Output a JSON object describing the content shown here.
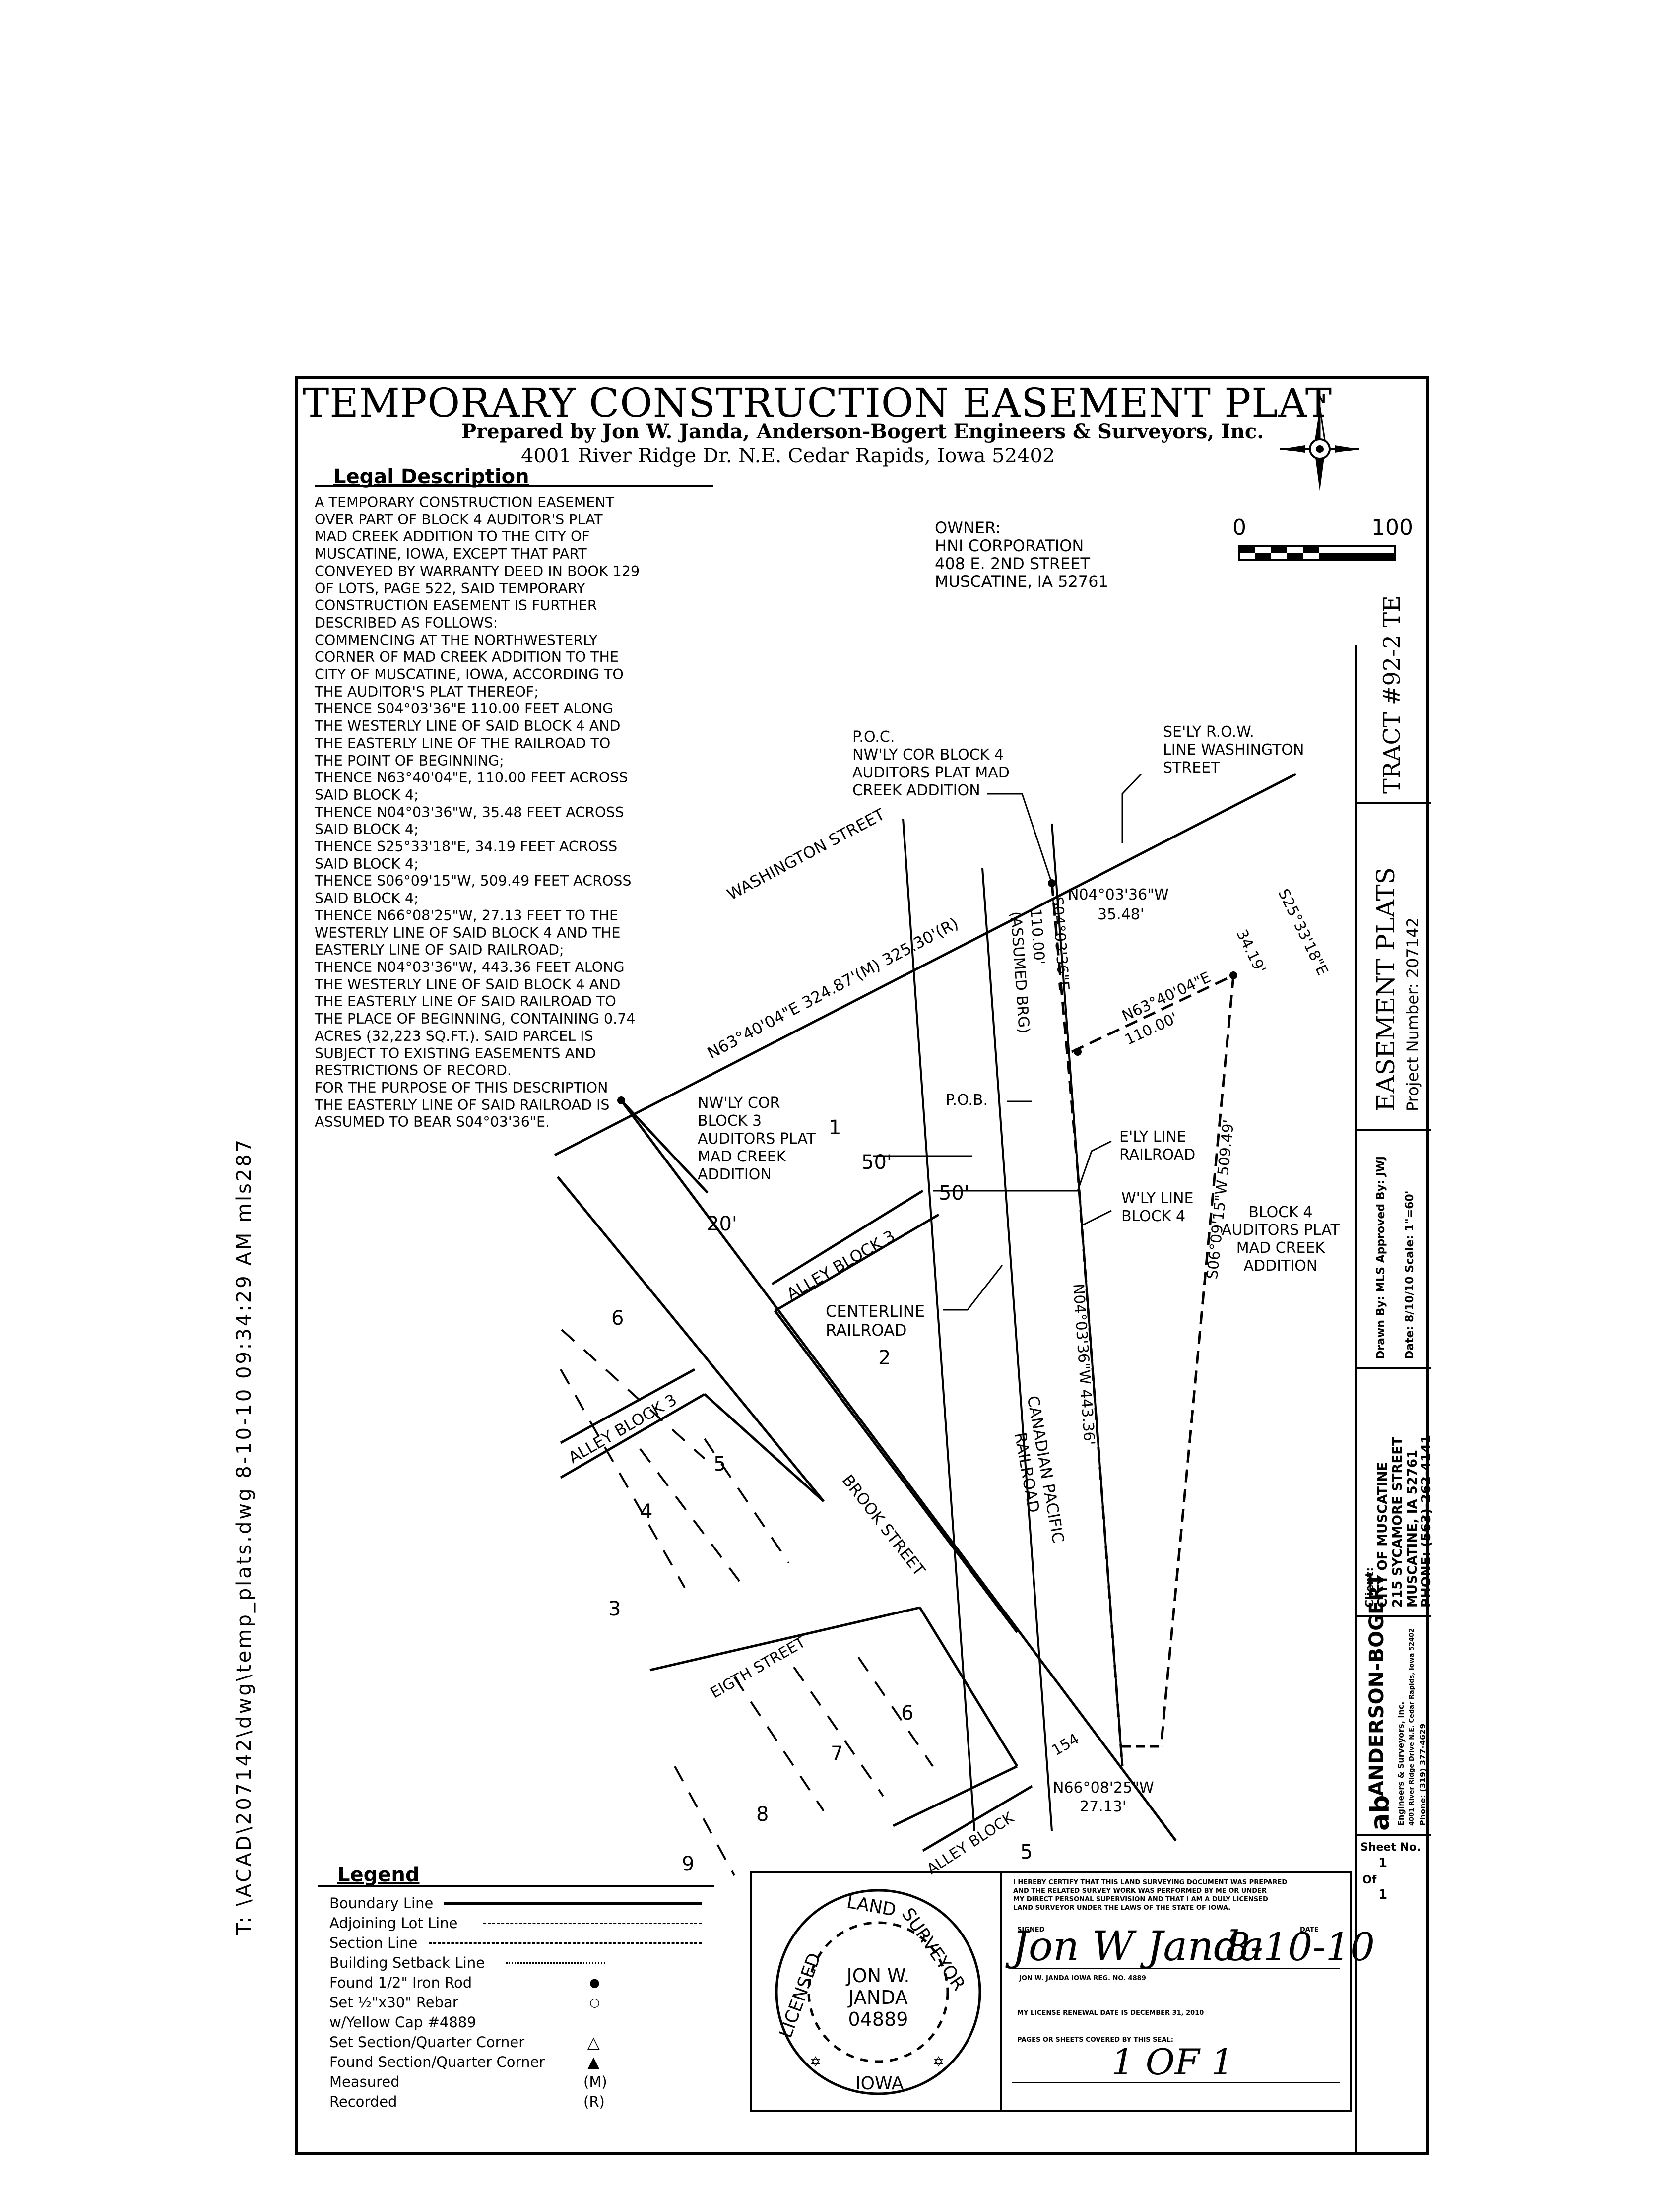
{
  "side_stamp": "T: \\ACAD\\207142\\dwg\\temp_plats.dwg   8-10-10   09:34:29 AM   mls287",
  "header": {
    "title": "TEMPORARY CONSTRUCTION EASEMENT PLAT",
    "prepared_by": "Prepared by Jon W. Janda,  Anderson-Bogert Engineers & Surveyors, Inc.",
    "address": "4001 River Ridge Dr. N.E. Cedar Rapids, Iowa 52402"
  },
  "north_arrow": {
    "label": "N",
    "icon": "north-arrow-icon"
  },
  "scale_bar": {
    "start": "0",
    "end": "100",
    "units_per_sheet": 100
  },
  "legal_description": {
    "heading": "Legal Description",
    "lines": [
      "A TEMPORARY CONSTRUCTION EASEMENT",
      "OVER PART OF BLOCK 4 AUDITOR'S PLAT",
      "MAD CREEK ADDITION TO THE CITY OF",
      "MUSCATINE, IOWA, EXCEPT THAT PART",
      "CONVEYED BY WARRANTY DEED IN BOOK 129",
      "OF LOTS, PAGE 522, SAID TEMPORARY",
      "CONSTRUCTION EASEMENT IS FURTHER",
      "DESCRIBED AS FOLLOWS:",
      "COMMENCING AT THE NORTHWESTERLY",
      "CORNER OF MAD CREEK ADDITION TO THE",
      "CITY OF MUSCATINE, IOWA, ACCORDING TO",
      "THE AUDITOR'S PLAT THEREOF;",
      "THENCE S04°03'36\"E 110.00 FEET ALONG",
      "THE WESTERLY LINE OF SAID BLOCK 4 AND",
      "THE EASTERLY LINE OF THE RAILROAD TO",
      "THE POINT OF BEGINNING;",
      "THENCE N63°40'04\"E, 110.00 FEET ACROSS",
      "SAID BLOCK 4;",
      "THENCE N04°03'36\"W, 35.48 FEET ACROSS",
      "SAID BLOCK 4;",
      "THENCE S25°33'18\"E, 34.19 FEET ACROSS",
      "SAID BLOCK 4;",
      "THENCE S06°09'15\"W, 509.49 FEET ACROSS",
      "SAID BLOCK 4;",
      "THENCE N66°08'25\"W, 27.13 FEET TO THE",
      "WESTERLY LINE OF SAID BLOCK 4 AND THE",
      "EASTERLY LINE OF SAID RAILROAD;",
      "THENCE N04°03'36\"W, 443.36 FEET ALONG",
      "THE WESTERLY LINE OF SAID BLOCK 4 AND",
      "THE EASTERLY LINE OF SAID RAILROAD TO",
      "THE PLACE OF BEGINNING, CONTAINING 0.74",
      "ACRES (32,223 SQ.FT.). SAID PARCEL IS",
      "SUBJECT TO EXISTING EASEMENTS AND",
      "RESTRICTIONS OF RECORD.",
      "FOR THE PURPOSE OF THIS DESCRIPTION",
      "THE EASTERLY LINE OF SAID RAILROAD IS",
      "ASSUMED TO BEAR S04°03'36\"E."
    ]
  },
  "owner": [
    "OWNER:",
    "HNI CORPORATION",
    "408 E. 2ND STREET",
    "MUSCATINE, IA 52761"
  ],
  "map": {
    "poc": [
      "P.O.C.",
      "NW'LY COR BLOCK 4",
      "AUDITORS PLAT MAD",
      "CREEK ADDITION"
    ],
    "row": [
      "SE'LY R.O.W.",
      "LINE WASHINGTON",
      "STREET"
    ],
    "washington_street": "WASHINGTON STREET",
    "long_bearing": "N63°40'04\"E  324.87'(M)  325.30'(R)",
    "s04_bearing": "S04°03'36\"E",
    "s04_dist": "110.00'",
    "assumed": "(ASSUMED BRG)",
    "n04_short_bearing": "N04°03'36\"W",
    "n04_short_dist": "35.48'",
    "s25_bearing": "S25°33'18\"E",
    "s25_dist": "34.19'",
    "n63_short_bearing": "N63°40'04\"E",
    "n63_short_dist": "110.00'",
    "pob": "P.O.B.",
    "lot_1": "1",
    "nw_cor_block3": [
      "NW'LY COR",
      "BLOCK 3",
      "AUDITORS PLAT",
      "MAD CREEK",
      "ADDITION"
    ],
    "dim_50a": "50'",
    "dim_50b": "50'",
    "dim_20": "20'",
    "ely_line": [
      "E'LY LINE",
      "RAILROAD"
    ],
    "wly_line": [
      "W'LY LINE",
      "BLOCK 4"
    ],
    "block4": [
      "BLOCK 4",
      "AUDITORS PLAT",
      "MAD CREEK",
      "ADDITION"
    ],
    "alley_block3_a": "ALLEY BLOCK 3",
    "alley_block3_b": "ALLEY BLOCK 3",
    "centerline": [
      "CENTERLINE",
      "RAILROAD"
    ],
    "n04_long": "N04°03'36\"W  443.36'",
    "s06_long": "S06°09'15\"W  509.49'",
    "railroad": [
      "CANADIAN PACIFIC",
      "RAILROAD"
    ],
    "brook_street": "BROOK STREET",
    "eigth_street": "EIGTH STREET",
    "alley_block": "ALLEY BLOCK",
    "n66_bearing": "N66°08'25\"W",
    "n66_dist": "27.13'",
    "lot_154": "154",
    "lots_west": [
      "6",
      "5",
      "4",
      "3"
    ],
    "lots_south": [
      "6",
      "7",
      "8",
      "9",
      "5",
      "2"
    ]
  },
  "legend": {
    "title": "Legend",
    "items": [
      {
        "label": "Boundary Line",
        "symbol": "boundary"
      },
      {
        "label": "Adjoining Lot Line",
        "symbol": "adjoining"
      },
      {
        "label": "Section Line",
        "symbol": "section"
      },
      {
        "label": "Building Setback Line",
        "symbol": "setback"
      },
      {
        "label": "Found 1/2\" Iron Rod",
        "symbol": "●"
      },
      {
        "label": "Set ½\"x30\" Rebar",
        "symbol": "○"
      },
      {
        "label": "w/Yellow Cap #4889",
        "symbol": ""
      },
      {
        "label": "Set Section/Quarter Corner",
        "symbol": "△"
      },
      {
        "label": "Found Section/Quarter Corner",
        "symbol": "▲"
      },
      {
        "label": "Measured",
        "symbol": "(M)"
      },
      {
        "label": "Recorded",
        "symbol": "(R)"
      }
    ]
  },
  "seal": {
    "top": "LAND",
    "left": "LICENSED",
    "right": "SURVEYOR",
    "bottom": "IOWA",
    "name1": "JON W.",
    "name2": "JANDA",
    "number": "04889"
  },
  "certification": {
    "text": [
      "I HEREBY CERTIFY THAT THIS LAND SURVEYING DOCUMENT WAS PREPARED",
      "AND THE RELATED SURVEY WORK WAS PERFORMED BY ME OR UNDER",
      "MY DIRECT PERSONAL SUPERVISION AND THAT I AM A DULY LICENSED",
      "LAND SURVEYOR UNDER THE LAWS OF THE STATE OF IOWA."
    ],
    "signed_label": "SIGNED",
    "date_label": "DATE",
    "signature": "Jon W Janda",
    "signed_date": "8-10-10",
    "printed_name": "JON W. JANDA     IOWA REG. NO. 4889",
    "renewal": "MY LICENSE RENEWAL DATE IS DECEMBER 31, 2010",
    "pages_label": "PAGES OR SHEETS COVERED BY THIS SEAL:",
    "pages_value": "1 OF 1"
  },
  "title_block": {
    "tract": "TRACT #92-2 TE",
    "easement": "EASEMENT PLATS",
    "project": "Project Number: 207142",
    "drawn": "Drawn By: MLS    Approved By: JWJ",
    "date_scale": "Date: 8/10/10    Scale: 1\"=60'",
    "client_label": "Client:",
    "client_lines": [
      "CITY OF MUSCATINE",
      "215 SYCAMORE STREET",
      "MUSCATINE, IA 52761",
      "PHONE: (563)-262-4141"
    ],
    "company": "ANDERSON-BOGERT",
    "company_sub": [
      "Engineers & Surveyors, Inc.",
      "4001 River Ridge Drive N.E. Cedar Rapids, Iowa 52402",
      "Phone: (319) 377-4629"
    ],
    "sheet_label": "Sheet No.",
    "sheet_no": "1",
    "of_label": "Of",
    "of_total": "1"
  }
}
